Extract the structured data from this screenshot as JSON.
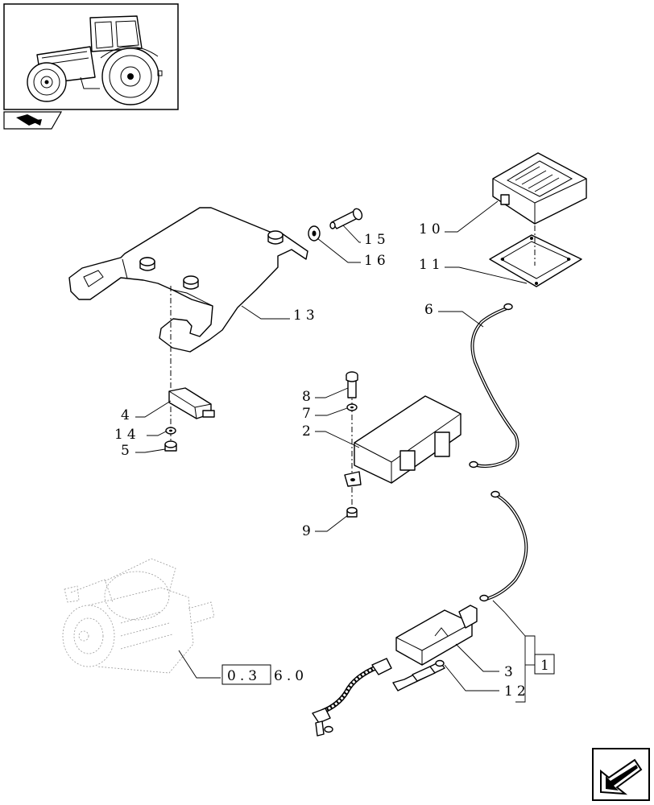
{
  "callouts": {
    "c1": "1",
    "c2": "2",
    "c3": "3",
    "c4": "4",
    "c5": "5",
    "c6": "6",
    "c7": "7",
    "c8": "8",
    "c9": "9",
    "c10": "10",
    "c11": "11",
    "c12": "12",
    "c13": "13",
    "c14": "14",
    "c15": "15",
    "c16": "16"
  },
  "reference": {
    "boxed_prefix": "0.3",
    "suffix": "6.0"
  },
  "icons": {
    "thumbnail": "tractor-icon",
    "section": "book-arrow-icon",
    "nav": "arrow-left-down-icon"
  }
}
